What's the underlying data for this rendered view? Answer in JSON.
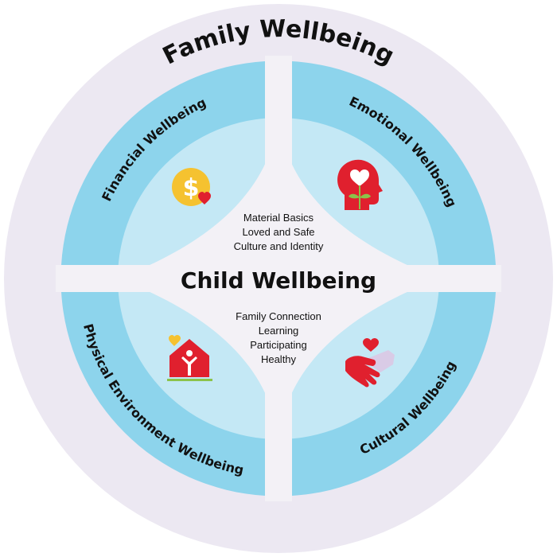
{
  "outer_title": "Family Wellbeing",
  "center_title": "Child Wellbeing",
  "center_top_items": [
    "Material Basics",
    "Loved and Safe",
    "Culture and Identity"
  ],
  "center_bottom_items": [
    "Family Connection",
    "Learning",
    "Participating",
    "Healthy"
  ],
  "segments": [
    {
      "label": "Financial Wellbeing",
      "icon": "dollar-coin-heart-icon"
    },
    {
      "label": "Emotional Wellbeing",
      "icon": "head-with-heart-flower-icon"
    },
    {
      "label": "Physical Environment Wellbeing",
      "icon": "house-with-person-icon"
    },
    {
      "label": "Cultural Wellbeing",
      "icon": "handshake-heart-icon"
    }
  ],
  "colors": {
    "outer_disc": "#ece8f2",
    "band": "#8dd4ec",
    "inner_lens": "#c4e8f5",
    "center": "#f3f1f6",
    "text": "#111111",
    "icon_red": "#e0202e",
    "icon_yellow": "#f5c230",
    "icon_lavender": "#d9cbe6",
    "icon_green": "#8bc34a"
  }
}
